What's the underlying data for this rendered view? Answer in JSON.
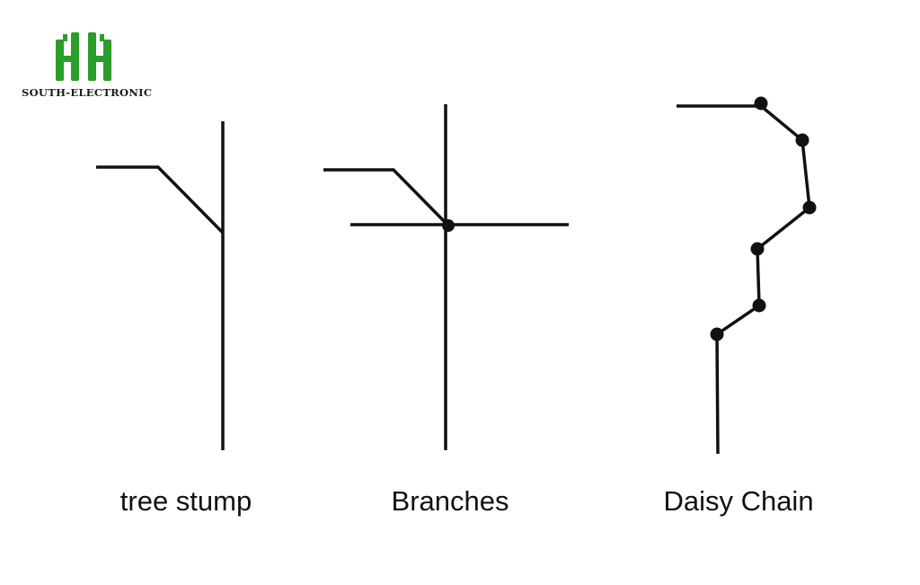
{
  "logo": {
    "brand_text": "SOUTH-ELECTRONIC",
    "icon": "green-hh-logo-icon",
    "color": "#2a9d2a"
  },
  "diagrams": [
    {
      "id": "tree-stump",
      "caption": "tree stump"
    },
    {
      "id": "branches",
      "caption": "Branches"
    },
    {
      "id": "daisy-chain",
      "caption": "Daisy Chain"
    }
  ],
  "colors": {
    "line": "#111111",
    "background": "#ffffff"
  }
}
